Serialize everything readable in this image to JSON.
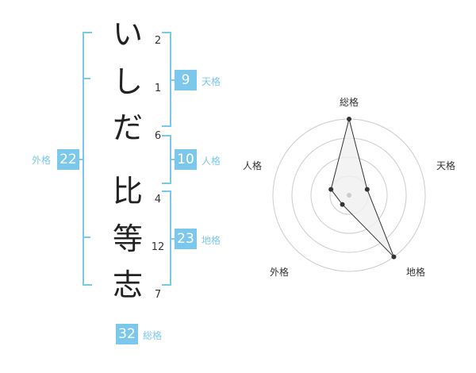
{
  "name": {
    "chars": [
      {
        "char": "い",
        "strokes": "2"
      },
      {
        "char": "し",
        "strokes": "1"
      },
      {
        "char": "だ",
        "strokes": "6"
      },
      {
        "char": "比",
        "strokes": "4"
      },
      {
        "char": "等",
        "strokes": "12"
      },
      {
        "char": "志",
        "strokes": "7"
      }
    ]
  },
  "kakusu": {
    "tenkaku": {
      "value": "9",
      "label": "天格"
    },
    "jinkaku": {
      "value": "10",
      "label": "人格"
    },
    "chikaku": {
      "value": "23",
      "label": "地格"
    },
    "gaikaku": {
      "value": "22",
      "label": "外格"
    },
    "soukaku": {
      "value": "32",
      "label": "総格"
    }
  },
  "radar": {
    "axes": [
      "総格",
      "天格",
      "地格",
      "外格",
      "人格"
    ],
    "values": [
      4,
      1,
      4,
      0.6,
      1
    ],
    "max": 4,
    "rings": 4,
    "colors": {
      "line": "#333333",
      "fill": "#f0f0f0",
      "grid": "#cccccc",
      "dot": "#333333",
      "center": "#cccccc"
    }
  },
  "colors": {
    "accent": "#7cc8ec"
  }
}
